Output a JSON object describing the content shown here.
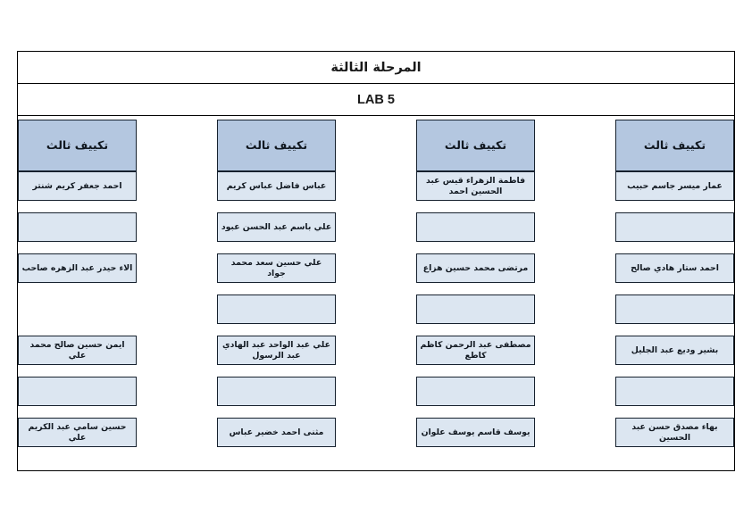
{
  "document": {
    "title": "المرحلة الثالثة",
    "lab": "LAB 5"
  },
  "colors": {
    "header_fill": "#b4c7e0",
    "cell_fill": "#dce6f1",
    "border": "#16212e",
    "frame": "#000000",
    "text": "#111820"
  },
  "groups": [
    {
      "header": "تكييف ثالث",
      "members": [
        "عمار ميسر جاسم حبيب",
        "",
        "احمد ستار هادي صالح",
        "",
        "بشير وديع عبد الجليل",
        "",
        "بهاء مصدق حسن عبد الحسين"
      ]
    },
    {
      "header": "تكييف ثالث",
      "members": [
        "فاطمة الزهراء قيس عبد الحسين احمد",
        "",
        "مرتضى محمد حسين هزاع",
        "",
        "مصطفى عبد الرحمن كاظم كاطع",
        "",
        "يوسف قاسم يوسف علوان"
      ]
    },
    {
      "header": "تكييف ثالث",
      "members": [
        "عباس فاضل عباس كريم",
        "علي باسم عبد الحسن عبود",
        "علي حسين سعد محمد جواد",
        "",
        "علي عبد الواحد عبد الهادي عبد الرسول",
        "",
        "مثنى احمد خضير عباس"
      ]
    },
    {
      "header": "تكييف ثالث",
      "members": [
        "احمد جعفر كريم شنتر",
        "",
        "الاء حيدر عبد الزهره صاحب",
        null,
        "ايمن حسين صالح محمد علي",
        "",
        "حسين سامي عبد الكريم علي"
      ]
    }
  ]
}
